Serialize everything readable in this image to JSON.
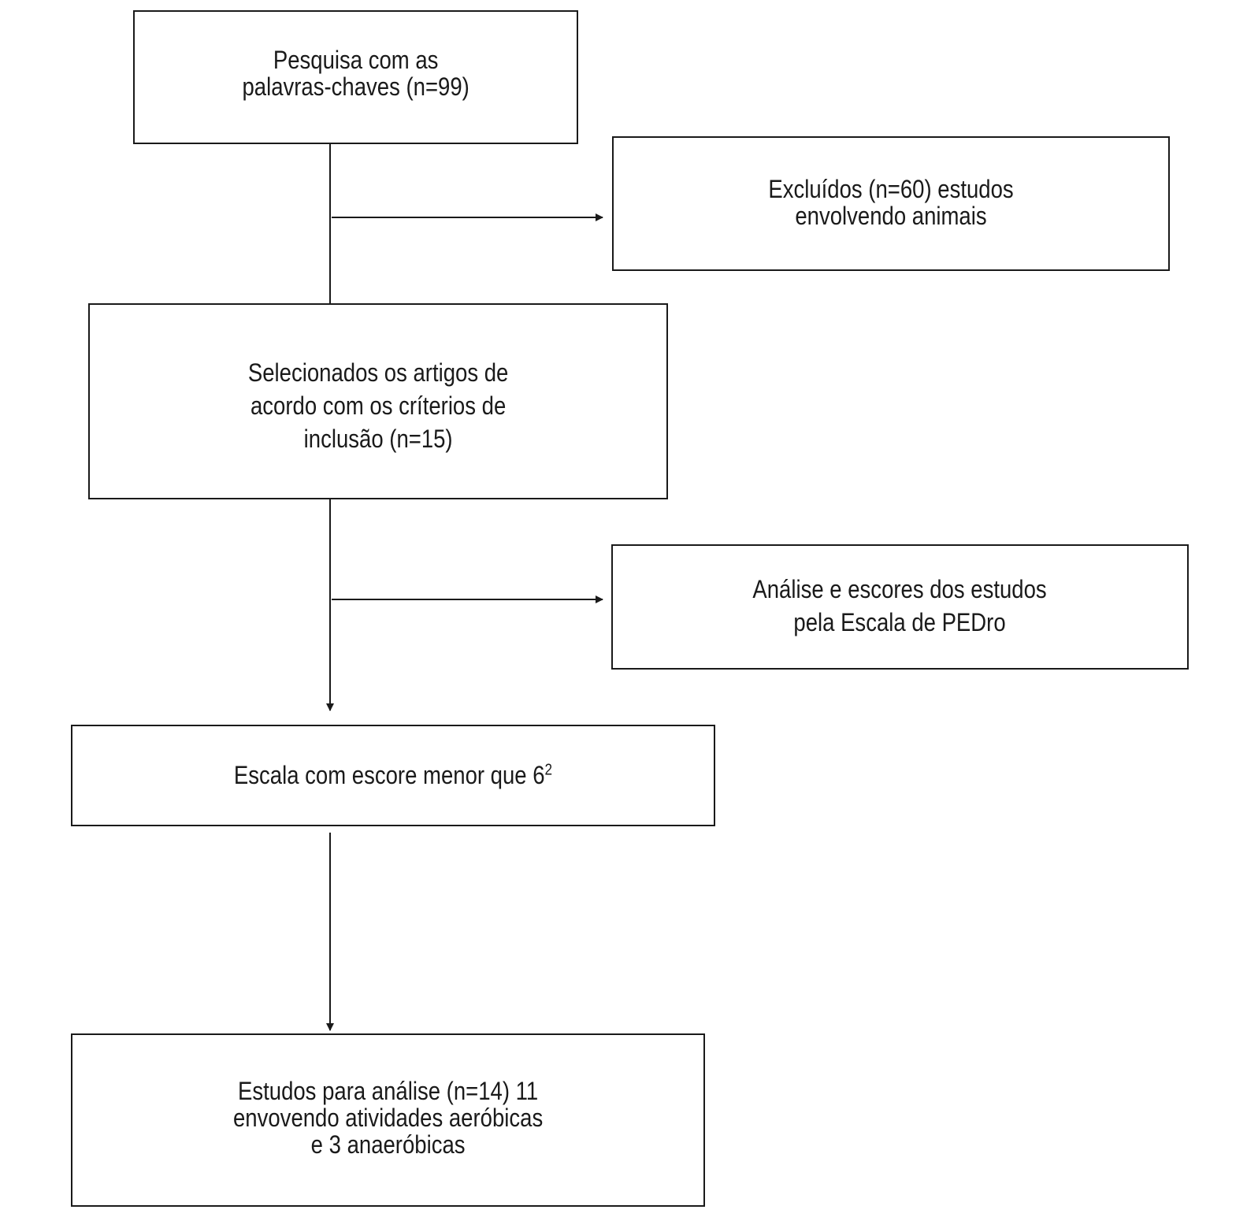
{
  "boxes": {
    "search": {
      "lines": [
        "Pesquisa com as",
        "palavras-chaves (n=99)"
      ]
    },
    "excluded": {
      "lines": [
        "Excluídos (n=60) estudos",
        "envolvendo animais"
      ]
    },
    "selected": {
      "lines": [
        "Selecionados os artigos de",
        "acordo com os críterios de",
        "inclusão (n=15)"
      ]
    },
    "pedro": {
      "lines": [
        "Análise e escores dos estudos",
        "pela Escala de PEDro"
      ]
    },
    "scale": {
      "text": "Escala com escore menor que 6",
      "sup": "2"
    },
    "final": {
      "lines": [
        "Estudos para análise (n=14) 11",
        "envovendo atividades aeróbicas",
        "e 3 anaeróbicas"
      ]
    }
  }
}
